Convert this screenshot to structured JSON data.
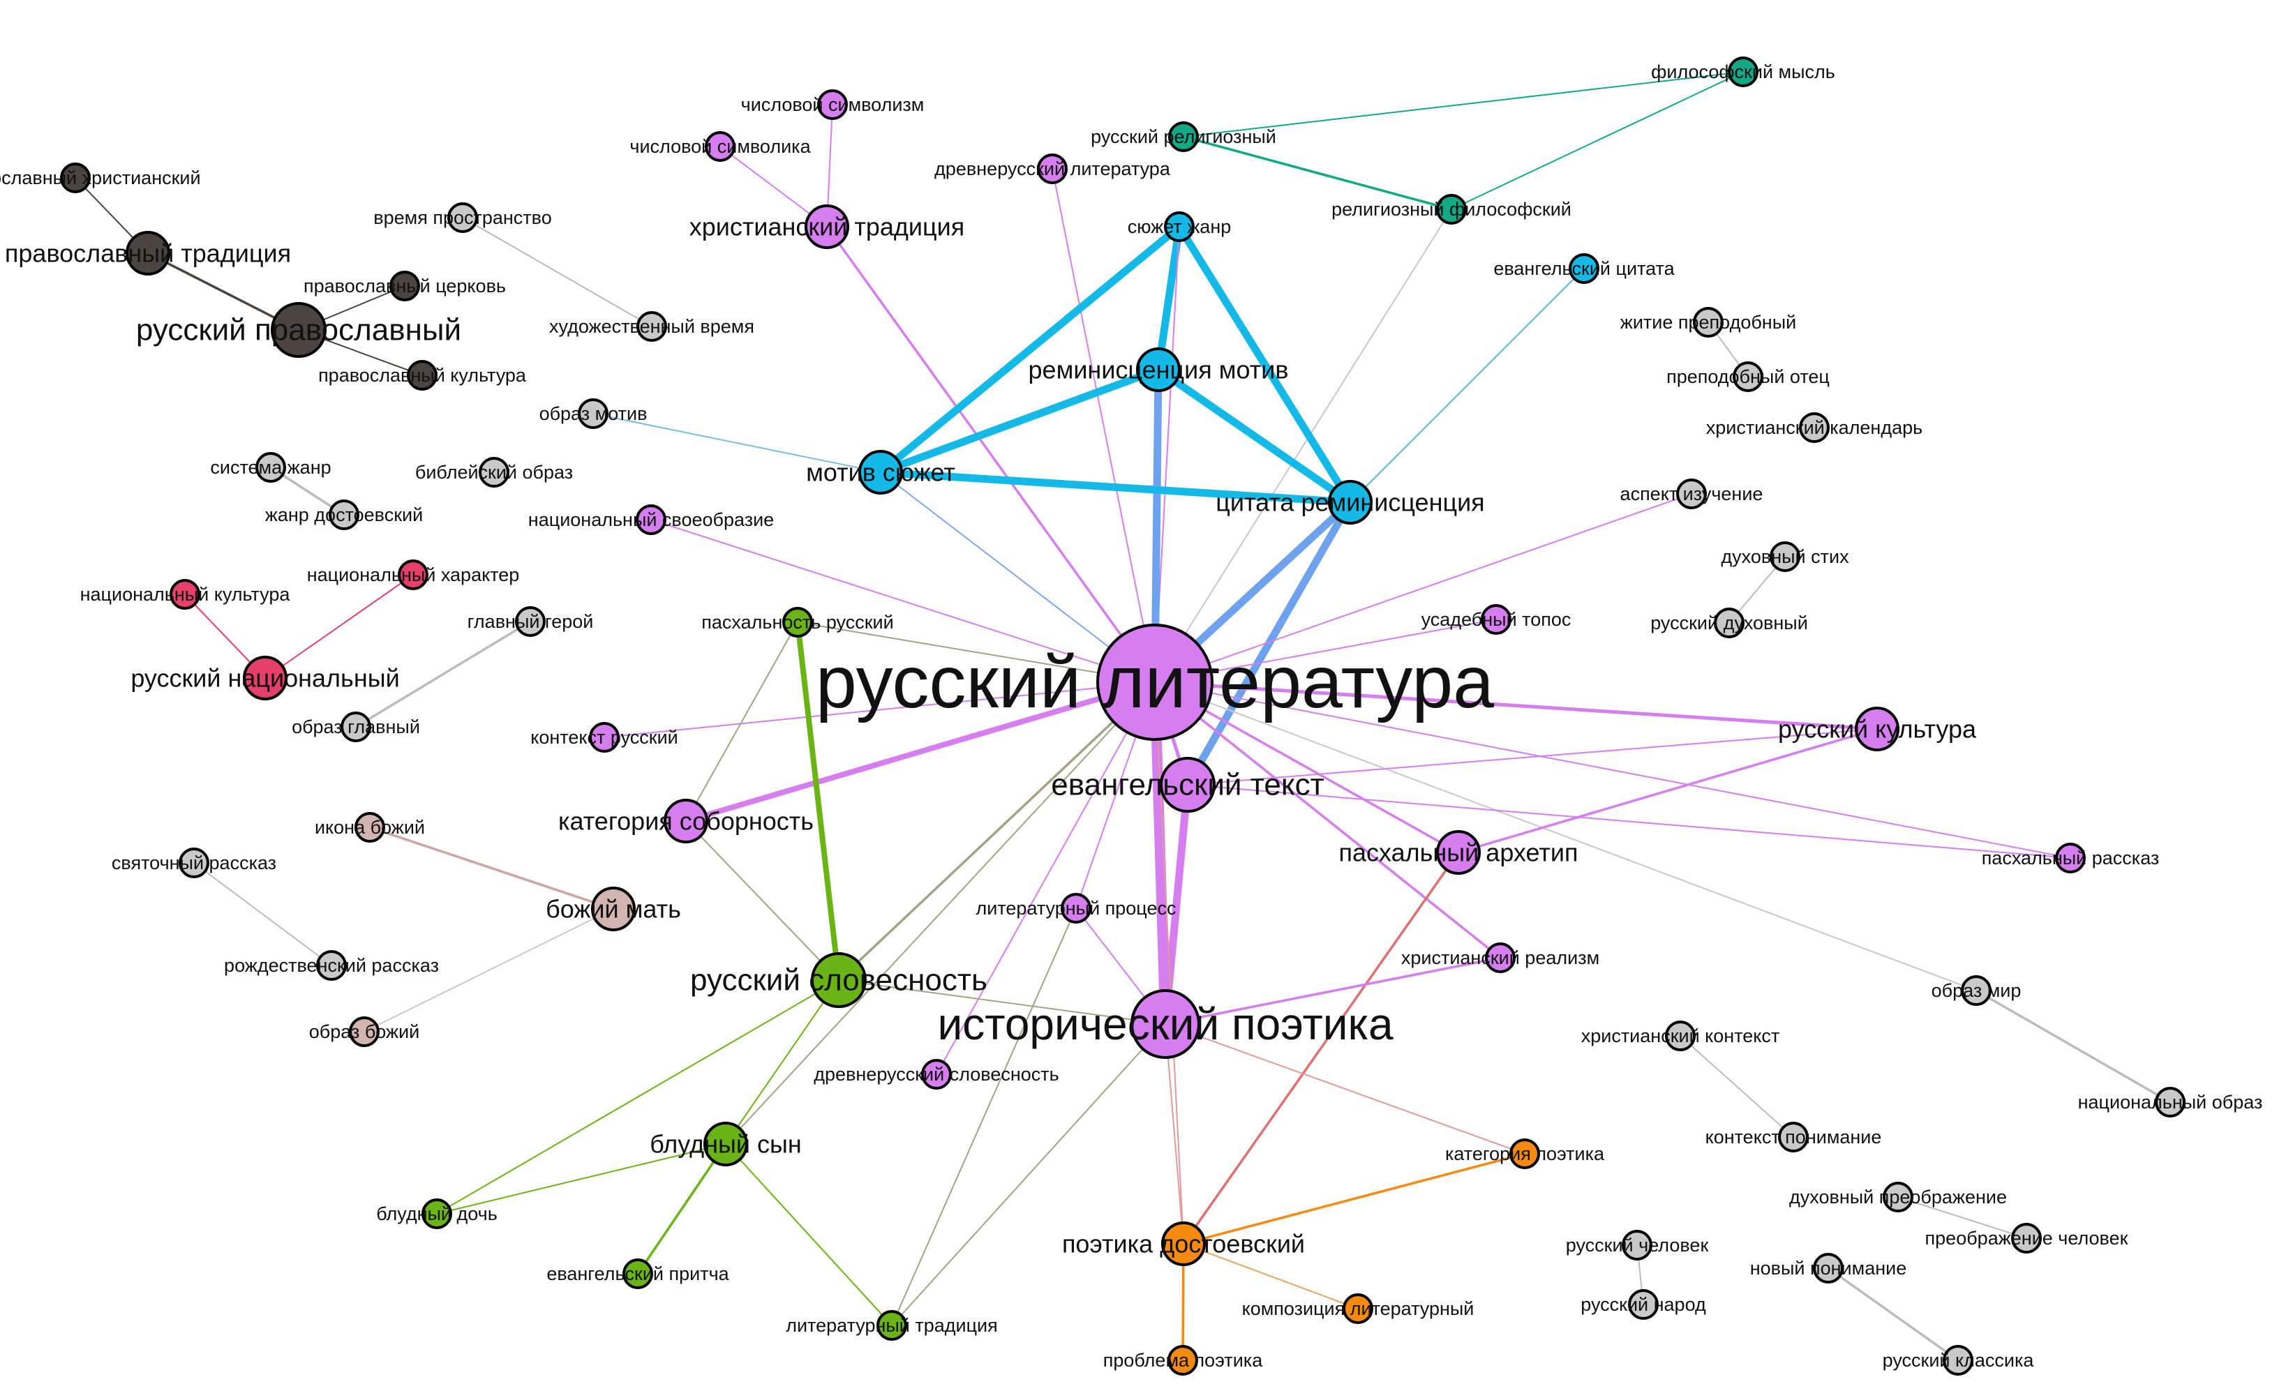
{
  "groups": {
    "orthodox": {
      "color": "#4a4540"
    },
    "literature": {
      "color": "#d67ef0"
    },
    "motif": {
      "color": "#14b9e8"
    },
    "religious": {
      "color": "#12a984"
    },
    "national": {
      "color": "#e5406a"
    },
    "slovesnost": {
      "color": "#6ab416"
    },
    "poetics": {
      "color": "#f58a12"
    },
    "mother": {
      "color": "#d2b4b0"
    },
    "other": {
      "color": "#c9c9c9"
    }
  },
  "nodes": [
    {
      "id": "pravoslavny_hristiansky",
      "label": "православный христианский",
      "group": "orthodox",
      "weight": 1
    },
    {
      "id": "pravoslavnaya_tradiciya",
      "label": "православный традиция",
      "group": "orthodox",
      "weight": 2
    },
    {
      "id": "pravoslavnaya_cerkov",
      "label": "православный церковь",
      "group": "orthodox",
      "weight": 1
    },
    {
      "id": "russky_pravoslavny",
      "label": "русский православный",
      "group": "orthodox",
      "weight": 3
    },
    {
      "id": "pravoslavnaya_kultura",
      "label": "православный культура",
      "group": "orthodox",
      "weight": 1
    },
    {
      "id": "vremya_prostranstvo",
      "label": "время пространство",
      "group": "other",
      "weight": 1
    },
    {
      "id": "hudozh_vremya",
      "label": "художественный время",
      "group": "other",
      "weight": 1
    },
    {
      "id": "obraz_motiv",
      "label": "образ мотив",
      "group": "other",
      "weight": 1
    },
    {
      "id": "sistema_zhanr",
      "label": "система жанр",
      "group": "other",
      "weight": 1
    },
    {
      "id": "bibleysky_obraz",
      "label": "библейский образ",
      "group": "other",
      "weight": 1
    },
    {
      "id": "zhanr_dostoevsky",
      "label": "жанр достоевский",
      "group": "other",
      "weight": 1
    },
    {
      "id": "nac_kultura",
      "label": "национальный культура",
      "group": "national",
      "weight": 1
    },
    {
      "id": "nac_harakter",
      "label": "национальный характер",
      "group": "national",
      "weight": 1
    },
    {
      "id": "russky_nacionalny",
      "label": "русский национальный",
      "group": "national",
      "weight": 2
    },
    {
      "id": "glavny_geroy",
      "label": "главный герой",
      "group": "other",
      "weight": 1
    },
    {
      "id": "obraz_glavny",
      "label": "образ главный",
      "group": "other",
      "weight": 1
    },
    {
      "id": "chisl_simvolizm",
      "label": "числовой символизм",
      "group": "literature",
      "weight": 1
    },
    {
      "id": "chisl_simvolika",
      "label": "числовой символика",
      "group": "literature",
      "weight": 1
    },
    {
      "id": "drevnerus_literatura",
      "label": "древнерусский литература",
      "group": "literature",
      "weight": 1
    },
    {
      "id": "hristiansky_tradiciya",
      "label": "христианский традиция",
      "group": "literature",
      "weight": 2
    },
    {
      "id": "nac_svoeobrazie",
      "label": "национальный своеобразие",
      "group": "literature",
      "weight": 1
    },
    {
      "id": "russky_literatura",
      "label": "русский литература",
      "group": "literature",
      "weight": 10
    },
    {
      "id": "kontekst_russky",
      "label": "контекст русский",
      "group": "literature",
      "weight": 1
    },
    {
      "id": "kategoriya_sobornost",
      "label": "категория соборность",
      "group": "literature",
      "weight": 2
    },
    {
      "id": "evang_tekst",
      "label": "евангельский текст",
      "group": "literature",
      "weight": 3
    },
    {
      "id": "usadebny_topos",
      "label": "усадебный топос",
      "group": "literature",
      "weight": 1
    },
    {
      "id": "russky_kultura",
      "label": "русский культура",
      "group": "literature",
      "weight": 2
    },
    {
      "id": "pashalny_arhetip",
      "label": "пасхальный архетип",
      "group": "literature",
      "weight": 2
    },
    {
      "id": "pashalny_rasskaz",
      "label": "пасхальный рассказ",
      "group": "literature",
      "weight": 1
    },
    {
      "id": "lit_process",
      "label": "литературный процесс",
      "group": "literature",
      "weight": 1
    },
    {
      "id": "hrist_realizm",
      "label": "христианский реализм",
      "group": "literature",
      "weight": 1
    },
    {
      "id": "istorich_poetika",
      "label": "исторический поэтика",
      "group": "literature",
      "weight": 4
    },
    {
      "id": "drevnerus_slovesnost",
      "label": "древнерусский словесность",
      "group": "literature",
      "weight": 1
    },
    {
      "id": "syuzhet_zhanr",
      "label": "сюжет жанр",
      "group": "motif",
      "weight": 1
    },
    {
      "id": "reminiscenciya_motiv",
      "label": "реминисценция мотив",
      "group": "motif",
      "weight": 2
    },
    {
      "id": "motiv_syuzhet",
      "label": "мотив сюжет",
      "group": "motif",
      "weight": 2
    },
    {
      "id": "citata_reminiscenciya",
      "label": "цитата реминисценция",
      "group": "motif",
      "weight": 2
    },
    {
      "id": "evang_citata",
      "label": "евангельский цитата",
      "group": "motif",
      "weight": 1
    },
    {
      "id": "filosofskaya_mysl",
      "label": "философский мысль",
      "group": "religious",
      "weight": 1
    },
    {
      "id": "russky_religiozny",
      "label": "русский религиозный",
      "group": "religious",
      "weight": 1
    },
    {
      "id": "religiozny_filosofsky",
      "label": "религиозный философский",
      "group": "religious",
      "weight": 1
    },
    {
      "id": "pashalnost_russky",
      "label": "пасхальность русский",
      "group": "slovesnost",
      "weight": 1
    },
    {
      "id": "russky_slovesnost",
      "label": "русский словесность",
      "group": "slovesnost",
      "weight": 3
    },
    {
      "id": "bludny_syn",
      "label": "блудный сын",
      "group": "slovesnost",
      "weight": 2
    },
    {
      "id": "bludnaya_doch",
      "label": "блудный дочь",
      "group": "slovesnost",
      "weight": 1
    },
    {
      "id": "evang_pritcha",
      "label": "евангельский притча",
      "group": "slovesnost",
      "weight": 1
    },
    {
      "id": "lit_tradiciya",
      "label": "литературный традиция",
      "group": "slovesnost",
      "weight": 1
    },
    {
      "id": "poetika_dostoevsky",
      "label": "поэтика достоевский",
      "group": "poetics",
      "weight": 2
    },
    {
      "id": "kategoriya_poetika",
      "label": "категория поэтика",
      "group": "poetics",
      "weight": 1
    },
    {
      "id": "kompoziciya_lit",
      "label": "композиция литературный",
      "group": "poetics",
      "weight": 1
    },
    {
      "id": "problema_poetika",
      "label": "проблема поэтика",
      "group": "poetics",
      "weight": 1
    },
    {
      "id": "ikona_bozhy",
      "label": "икона божий",
      "group": "mother",
      "weight": 1
    },
    {
      "id": "bozhy_mat",
      "label": "божий мать",
      "group": "mother",
      "weight": 2
    },
    {
      "id": "obraz_bozhy",
      "label": "образ божий",
      "group": "mother",
      "weight": 1
    },
    {
      "id": "svyatochny_rasskaz",
      "label": "святочный рассказ",
      "group": "other",
      "weight": 1
    },
    {
      "id": "rozhdestv_rasskaz",
      "label": "рождественский рассказ",
      "group": "other",
      "weight": 1
    },
    {
      "id": "zhitie_prepodobny",
      "label": "житие преподобный",
      "group": "other",
      "weight": 1
    },
    {
      "id": "prepodobny_otec",
      "label": "преподобный отец",
      "group": "other",
      "weight": 1
    },
    {
      "id": "hrist_kalendar",
      "label": "христианский календарь",
      "group": "other",
      "weight": 1
    },
    {
      "id": "aspekt_izuchenie",
      "label": "аспект изучение",
      "group": "other",
      "weight": 1
    },
    {
      "id": "duhovny_stih",
      "label": "духовный стих",
      "group": "other",
      "weight": 1
    },
    {
      "id": "russky_duhovny",
      "label": "русский духовный",
      "group": "other",
      "weight": 1
    },
    {
      "id": "obraz_mir",
      "label": "образ мир",
      "group": "other",
      "weight": 1
    },
    {
      "id": "nac_obraz",
      "label": "национальный образ",
      "group": "other",
      "weight": 1
    },
    {
      "id": "hrist_kontekst",
      "label": "христианский контекст",
      "group": "other",
      "weight": 1
    },
    {
      "id": "kontekst_ponimanie",
      "label": "контекст понимание",
      "group": "other",
      "weight": 1
    },
    {
      "id": "duh_preobrazhenie",
      "label": "духовный преображение",
      "group": "other",
      "weight": 1
    },
    {
      "id": "preobrazhenie_chelovek",
      "label": "преображение человек",
      "group": "other",
      "weight": 1
    },
    {
      "id": "russky_chelovek",
      "label": "русский человек",
      "group": "other",
      "weight": 1
    },
    {
      "id": "novy_ponimanie",
      "label": "новый понимание",
      "group": "other",
      "weight": 1
    },
    {
      "id": "russky_narod",
      "label": "русский народ",
      "group": "other",
      "weight": 1
    },
    {
      "id": "russky_klassika",
      "label": "русский классика",
      "group": "other",
      "weight": 1
    }
  ],
  "edges": [
    {
      "source": "pravoslavny_hristiansky",
      "target": "pravoslavnaya_tradiciya",
      "weight": 1,
      "color": "#4a4540"
    },
    {
      "source": "pravoslavnaya_tradiciya",
      "target": "russky_pravoslavny",
      "weight": 2,
      "color": "#4a4540"
    },
    {
      "source": "pravoslavnaya_cerkov",
      "target": "russky_pravoslavny",
      "weight": 1,
      "color": "#4a4540"
    },
    {
      "source": "russky_pravoslavny",
      "target": "pravoslavnaya_kultura",
      "weight": 1,
      "color": "#4a4540"
    },
    {
      "source": "vremya_prostranstvo",
      "target": "hudozh_vremya",
      "weight": 1,
      "color": "#bcbcbc"
    },
    {
      "source": "sistema_zhanr",
      "target": "zhanr_dostoevsky",
      "weight": 2,
      "color": "#bcbcbc"
    },
    {
      "source": "nac_kultura",
      "target": "russky_nacionalny",
      "weight": 1,
      "color": "#e5406a"
    },
    {
      "source": "nac_harakter",
      "target": "russky_nacionalny",
      "weight": 1,
      "color": "#e5406a"
    },
    {
      "source": "glavny_geroy",
      "target": "obraz_glavny",
      "weight": 2,
      "color": "#bcbcbc"
    },
    {
      "source": "filosofskaya_mysl",
      "target": "russky_religiozny",
      "weight": 1,
      "color": "#12a984"
    },
    {
      "source": "filosofskaya_mysl",
      "target": "religiozny_filosofsky",
      "weight": 1,
      "color": "#12a984"
    },
    {
      "source": "russky_religiozny",
      "target": "religiozny_filosofsky",
      "weight": 2,
      "color": "#12a984"
    },
    {
      "source": "religiozny_filosofsky",
      "target": "russky_literatura",
      "weight": 1,
      "color": "#c8c8c8"
    },
    {
      "source": "chisl_simvolizm",
      "target": "hristiansky_tradiciya",
      "weight": 1,
      "color": "#d67ef0"
    },
    {
      "source": "chisl_simvolika",
      "target": "hristiansky_tradiciya",
      "weight": 1,
      "color": "#d67ef0"
    },
    {
      "source": "hristiansky_tradiciya",
      "target": "russky_literatura",
      "weight": 2,
      "color": "#d67ef0"
    },
    {
      "source": "drevnerus_literatura",
      "target": "russky_literatura",
      "weight": 1,
      "color": "#d67ef0"
    },
    {
      "source": "syuzhet_zhanr",
      "target": "reminiscenciya_motiv",
      "weight": 5,
      "color": "#14b9e8"
    },
    {
      "source": "syuzhet_zhanr",
      "target": "motiv_syuzhet",
      "weight": 5,
      "color": "#14b9e8"
    },
    {
      "source": "syuzhet_zhanr",
      "target": "citata_reminiscenciya",
      "weight": 5,
      "color": "#14b9e8"
    },
    {
      "source": "syuzhet_zhanr",
      "target": "russky_literatura",
      "weight": 1,
      "color": "#d67ef0"
    },
    {
      "source": "reminiscenciya_motiv",
      "target": "motiv_syuzhet",
      "weight": 5,
      "color": "#14b9e8"
    },
    {
      "source": "reminiscenciya_motiv",
      "target": "citata_reminiscenciya",
      "weight": 5,
      "color": "#14b9e8"
    },
    {
      "source": "reminiscenciya_motiv",
      "target": "russky_literatura",
      "weight": 5,
      "color": "#6fa2ee"
    },
    {
      "source": "motiv_syuzhet",
      "target": "citata_reminiscenciya",
      "weight": 5,
      "color": "#14b9e8"
    },
    {
      "source": "obraz_motiv",
      "target": "motiv_syuzhet",
      "weight": 1,
      "color": "#7bbfe0"
    },
    {
      "source": "motiv_syuzhet",
      "target": "russky_literatura",
      "weight": 1,
      "color": "#7ea8e8"
    },
    {
      "source": "citata_reminiscenciya",
      "target": "russky_literatura",
      "weight": 5,
      "color": "#6fa2ee"
    },
    {
      "source": "citata_reminiscenciya",
      "target": "evang_tekst",
      "weight": 5,
      "color": "#6fa2ee"
    },
    {
      "source": "evang_citata",
      "target": "citata_reminiscenciya",
      "weight": 1,
      "color": "#5ab6e4"
    },
    {
      "source": "aspekt_izuchenie",
      "target": "russky_literatura",
      "weight": 1,
      "color": "#d67ef0"
    },
    {
      "source": "nac_svoeobrazie",
      "target": "russky_literatura",
      "weight": 1,
      "color": "#d67ef0"
    },
    {
      "source": "kontekst_russky",
      "target": "russky_literatura",
      "weight": 1,
      "color": "#d67ef0"
    },
    {
      "source": "kategoriya_sobornost",
      "target": "russky_literatura",
      "weight": 4,
      "color": "#d67ef0"
    },
    {
      "source": "russky_literatura",
      "target": "evang_tekst",
      "weight": 3,
      "color": "#d67ef0"
    },
    {
      "source": "usadebny_topos",
      "target": "russky_literatura",
      "weight": 1,
      "color": "#d67ef0"
    },
    {
      "source": "russky_literatura",
      "target": "russky_kultura",
      "weight": 3,
      "color": "#d67ef0"
    },
    {
      "source": "russky_literatura",
      "target": "pashalny_arhetip",
      "weight": 2,
      "color": "#d67ef0"
    },
    {
      "source": "russky_literatura",
      "target": "pashalny_rasskaz",
      "weight": 1,
      "color": "#d67ef0"
    },
    {
      "source": "russky_literatura",
      "target": "lit_process",
      "weight": 1,
      "color": "#d67ef0"
    },
    {
      "source": "russky_literatura",
      "target": "hrist_realizm",
      "weight": 2,
      "color": "#d67ef0"
    },
    {
      "source": "russky_literatura",
      "target": "istorich_poetika",
      "weight": 6,
      "color": "#d67ef0"
    },
    {
      "source": "russky_literatura",
      "target": "drevnerus_slovesnost",
      "weight": 1,
      "color": "#d67ef0"
    },
    {
      "source": "russky_literatura",
      "target": "obraz_mir",
      "weight": 1,
      "color": "#c8c8c8"
    },
    {
      "source": "russky_literatura",
      "target": "pashalnost_russky",
      "weight": 1,
      "color": "#a3a385"
    },
    {
      "source": "evang_tekst",
      "target": "istorich_poetika",
      "weight": 5,
      "color": "#d67ef0"
    },
    {
      "source": "evang_tekst",
      "target": "russky_kultura",
      "weight": 1,
      "color": "#d67ef0"
    },
    {
      "source": "evang_tekst",
      "target": "pashalny_rasskaz",
      "weight": 1,
      "color": "#d67ef0"
    },
    {
      "source": "pashalny_arhetip",
      "target": "russky_kultura",
      "weight": 2,
      "color": "#d67ef0"
    },
    {
      "source": "pashalny_arhetip",
      "target": "poetika_dostoevsky",
      "weight": 2,
      "color": "#e07070"
    },
    {
      "source": "istorich_poetika",
      "target": "hrist_realizm",
      "weight": 2,
      "color": "#d67ef0"
    },
    {
      "source": "istorich_poetika",
      "target": "lit_process",
      "weight": 1,
      "color": "#d67ef0"
    },
    {
      "source": "istorich_poetika",
      "target": "poetika_dostoevsky",
      "weight": 1,
      "color": "#e09a9a"
    },
    {
      "source": "istorich_poetika",
      "target": "kategoriya_poetika",
      "weight": 1,
      "color": "#e09a9a"
    },
    {
      "source": "istorich_poetika",
      "target": "lit_tradiciya",
      "weight": 1,
      "color": "#a3a385"
    },
    {
      "source": "istorich_poetika",
      "target": "russky_slovesnost",
      "weight": 1,
      "color": "#a3a385"
    },
    {
      "source": "russky_literatura",
      "target": "russky_slovesnost",
      "weight": 2,
      "color": "#a3a385"
    },
    {
      "source": "russky_literatura",
      "target": "bludny_syn",
      "weight": 1,
      "color": "#a3a385"
    },
    {
      "source": "russky_literatura",
      "target": "poetika_dostoevsky",
      "weight": 1,
      "color": "#e09a9a"
    },
    {
      "source": "lit_process",
      "target": "lit_tradiciya",
      "weight": 1,
      "color": "#a3a385"
    },
    {
      "source": "kategoriya_sobornost",
      "target": "russky_slovesnost",
      "weight": 1,
      "color": "#a3a385"
    },
    {
      "source": "kategoriya_sobornost",
      "target": "pashalnost_russky",
      "weight": 1,
      "color": "#a3a385"
    },
    {
      "source": "pashalnost_russky",
      "target": "russky_slovesnost",
      "weight": 4,
      "color": "#6ab416"
    },
    {
      "source": "russky_slovesnost",
      "target": "bludny_syn",
      "weight": 1,
      "color": "#6ab416"
    },
    {
      "source": "russky_slovesnost",
      "target": "bludnaya_doch",
      "weight": 1,
      "color": "#6ab416"
    },
    {
      "source": "bludny_syn",
      "target": "bludnaya_doch",
      "weight": 1,
      "color": "#6ab416"
    },
    {
      "source": "bludny_syn",
      "target": "evang_pritcha",
      "weight": 2,
      "color": "#6ab416"
    },
    {
      "source": "bludny_syn",
      "target": "lit_tradiciya",
      "weight": 1,
      "color": "#6ab416"
    },
    {
      "source": "poetika_dostoevsky",
      "target": "kategoriya_poetika",
      "weight": 2,
      "color": "#f58a12"
    },
    {
      "source": "poetika_dostoevsky",
      "target": "kompoziciya_lit",
      "weight": 1,
      "color": "#e8a860"
    },
    {
      "source": "poetika_dostoevsky",
      "target": "problema_poetika",
      "weight": 2,
      "color": "#f58a12"
    },
    {
      "source": "ikona_bozhy",
      "target": "bozhy_mat",
      "weight": 2,
      "color": "#c9a7a0"
    },
    {
      "source": "bozhy_mat",
      "target": "obraz_bozhy",
      "weight": 1,
      "color": "#c9c9c9"
    },
    {
      "source": "svyatochny_rasskaz",
      "target": "rozhdestv_rasskaz",
      "weight": 1,
      "color": "#bcbcbc"
    },
    {
      "source": "zhitie_prepodobny",
      "target": "prepodobny_otec",
      "weight": 1,
      "color": "#bcbcbc"
    },
    {
      "source": "duhovny_stih",
      "target": "russky_duhovny",
      "weight": 1,
      "color": "#bcbcbc"
    },
    {
      "source": "obraz_mir",
      "target": "nac_obraz",
      "weight": 2,
      "color": "#bcbcbc"
    },
    {
      "source": "hrist_kontekst",
      "target": "kontekst_ponimanie",
      "weight": 1,
      "color": "#bcbcbc"
    },
    {
      "source": "duh_preobrazhenie",
      "target": "preobrazhenie_chelovek",
      "weight": 1,
      "color": "#bcbcbc"
    },
    {
      "source": "russky_chelovek",
      "target": "russky_narod",
      "weight": 1,
      "color": "#bcbcbc"
    },
    {
      "source": "novy_ponimanie",
      "target": "russky_klassika",
      "weight": 2,
      "color": "#bcbcbc"
    }
  ]
}
